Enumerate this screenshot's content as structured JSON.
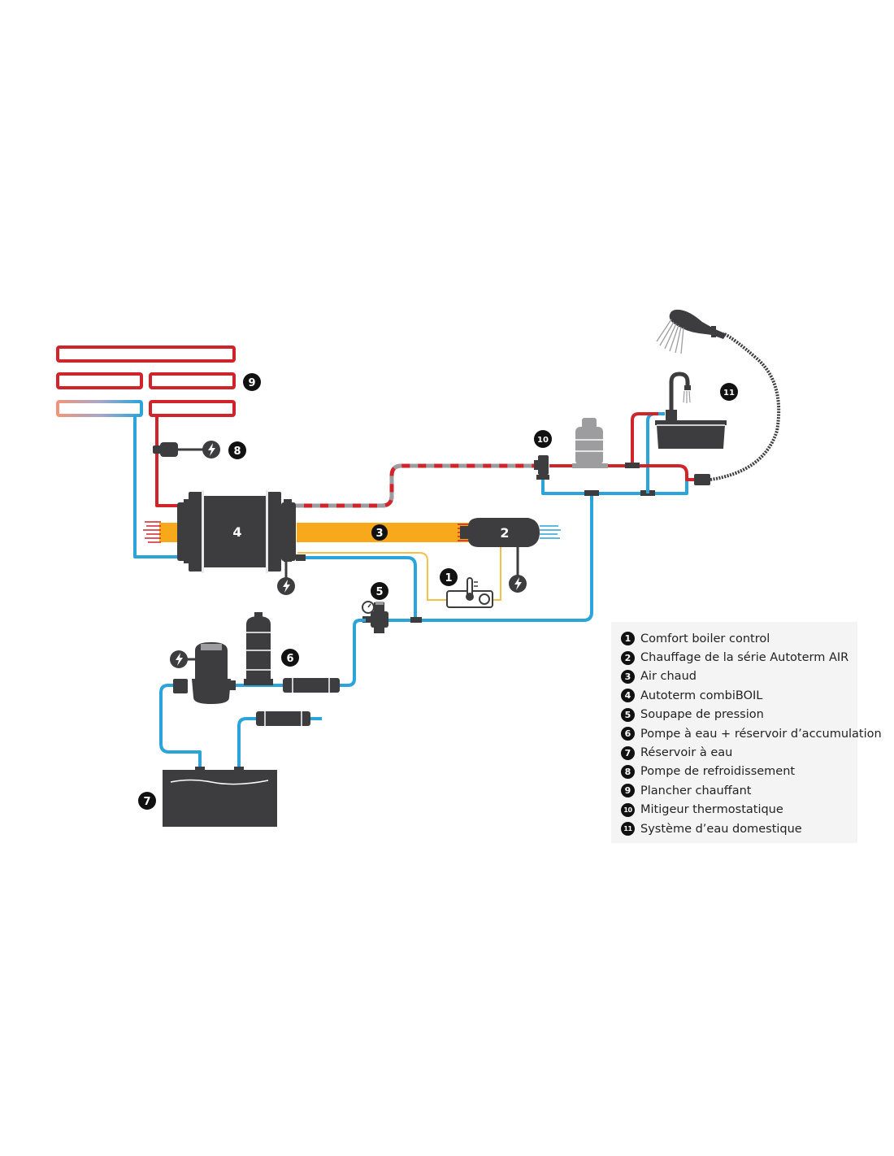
{
  "colors": {
    "hot": "#d1232a",
    "cold": "#2aa4da",
    "air": "#f7a81b",
    "device": "#3d3d3f",
    "device_light": "#9d9d9f",
    "yellow_wire": "#f5c04a",
    "electric": "#3d3d3f"
  },
  "callouts": {
    "c1": "1",
    "c2": "2",
    "c3": "3",
    "c4": "4",
    "c5": "5",
    "c6": "6",
    "c7": "7",
    "c8": "8",
    "c9": "9",
    "c10": "10",
    "c11": "11"
  },
  "icons": {
    "electric": "lightning-bolt-icon"
  },
  "legend": [
    {
      "num": "1",
      "label": "Comfort boiler control"
    },
    {
      "num": "2",
      "label": "Chauffage de la série Autoterm AIR"
    },
    {
      "num": "3",
      "label": "Air chaud"
    },
    {
      "num": "4",
      "label": "Autoterm combiBOIL"
    },
    {
      "num": "5",
      "label": "Soupape de pression"
    },
    {
      "num": "6",
      "label": "Pompe à eau + réservoir d’accumulation"
    },
    {
      "num": "7",
      "label": "Réservoir à eau"
    },
    {
      "num": "8",
      "label": "Pompe de refroidissement"
    },
    {
      "num": "9",
      "label": "Plancher chauffant"
    },
    {
      "num": "10",
      "label": "Mitigeur thermostatique"
    },
    {
      "num": "11",
      "label": "Système d’eau domestique"
    }
  ]
}
